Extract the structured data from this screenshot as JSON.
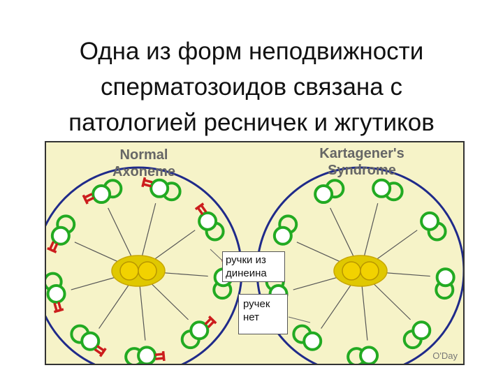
{
  "slide": {
    "title_lines": [
      "Одна из форм неподвижности",
      "сперматозоидов связана с",
      "патологией ресничек и жгутиков"
    ]
  },
  "figure": {
    "left_panel_label_lines": [
      "Normal",
      "Axoneme"
    ],
    "right_panel_label_lines": [
      "Kartagener's",
      "Syndrome"
    ],
    "credit": "O'Day",
    "colors": {
      "background": "#f6f3c8",
      "membrane": "#1f2a8a",
      "doublet": "#22aa22",
      "dynein_arm": "#cc1d1d",
      "central_pair": "#f2d200",
      "central_sheath": "#e0c800"
    }
  },
  "callouts": {
    "dynein_arms_lines": [
      "ручки из",
      "динеина"
    ],
    "no_arms_lines": [
      "ручек",
      "нет"
    ]
  },
  "icons": [
    "axoneme-diagram-normal",
    "axoneme-diagram-kartagener"
  ]
}
